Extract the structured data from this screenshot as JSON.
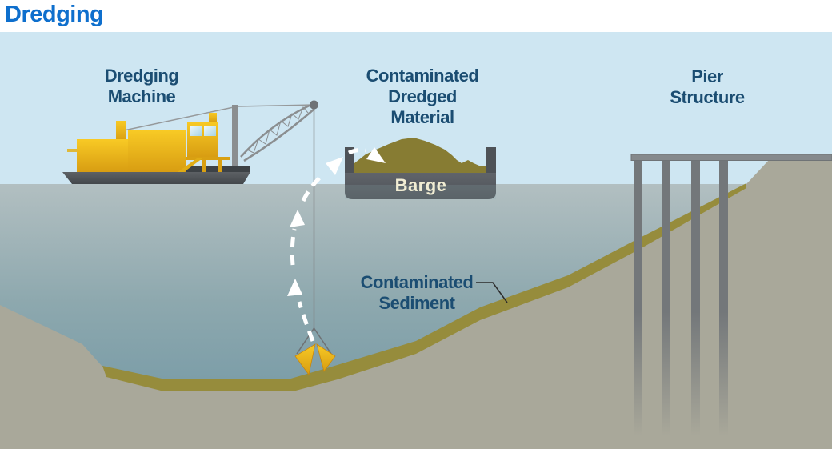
{
  "title": "Dredging",
  "labels": {
    "dredging_machine": "Dredging\nMachine",
    "contaminated_dredged_material": "Contaminated\nDredged\nMaterial",
    "pier_structure": "Pier\nStructure",
    "contaminated_sediment": "Contaminated\nSediment",
    "barge": "Barge"
  },
  "colors": {
    "background": "#ffffff",
    "title": "#0e6fcd",
    "label": "#1b4d72",
    "sky": "#cee6f2",
    "water_top": "#b2bfc1",
    "water_mid": "#8da8ae",
    "water_deep": "#6e95a3",
    "ground": "#a9a89a",
    "sediment": "#968c3c",
    "dredged_material": "#877c33",
    "machine_yellow_light": "#f8ca25",
    "machine_yellow_dark": "#d89d12",
    "hull_gray_light": "#5d6165",
    "hull_gray_dark": "#43474b",
    "barge_gray_light": "#60646a",
    "barge_gray_dark": "#4e5257",
    "deck_gray": "#85898c",
    "pier_gray": "#73777a",
    "crane_gray": "#8b8e90",
    "cable_gray": "#96999b",
    "arrow": "#ffffff",
    "barge_text": "#f1edd3",
    "pointer_line": "#2b2b2b"
  }
}
